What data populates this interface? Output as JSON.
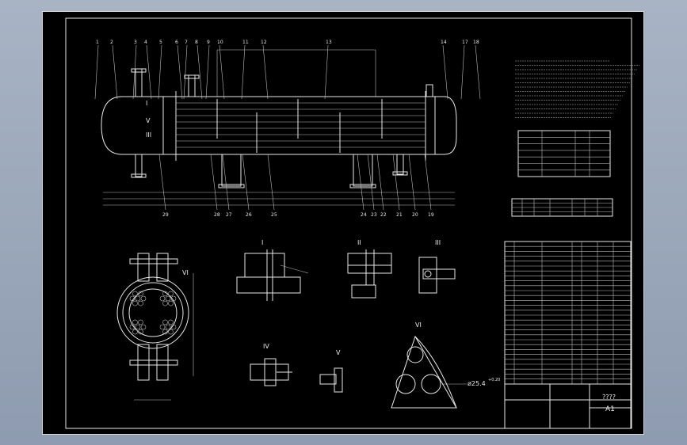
{
  "drawing": {
    "section_labels": [
      "I",
      "II",
      "III",
      "IV",
      "V",
      "VI"
    ],
    "part_numbers_top": [
      "1",
      "2",
      "3",
      "4",
      "5",
      "6",
      "7",
      "8",
      "9",
      "10",
      "11",
      "12",
      "13",
      "14",
      "17",
      "18"
    ],
    "part_numbers_bottom": [
      "29",
      "28",
      "27",
      "26",
      "25",
      "24",
      "23",
      "22",
      "21",
      "20",
      "19"
    ],
    "view_label": "VI",
    "dim_angle": "ø25.4",
    "dim_superscript": "+0.20",
    "titleblock_code": "A1",
    "titleblock_name": "????"
  },
  "colors": {
    "background": "#000000",
    "lines": "#e8e8e8",
    "frame": "#9aa6b8"
  }
}
